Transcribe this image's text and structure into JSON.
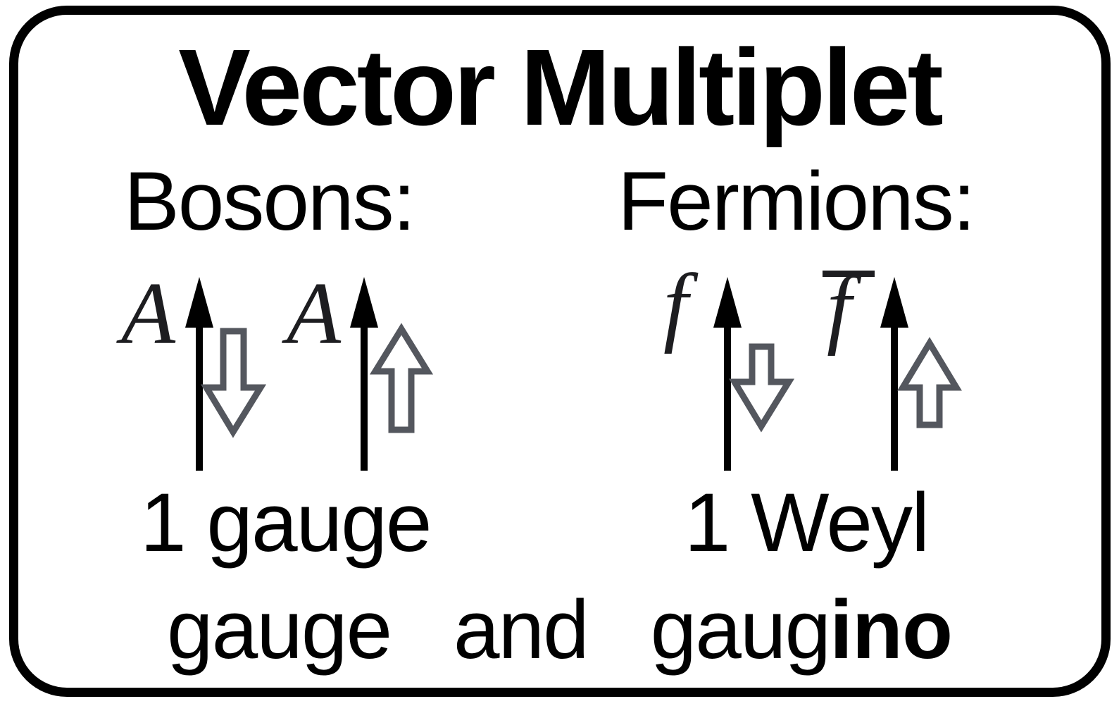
{
  "panel": {
    "title": "Vector Multiplet",
    "columns": [
      {
        "heading": "Bosons:",
        "count_label": "1 gauge",
        "states": [
          {
            "label": "A",
            "overbar": false,
            "spin": "down"
          },
          {
            "label": "A",
            "overbar": false,
            "spin": "up"
          }
        ]
      },
      {
        "heading": "Fermions:",
        "count_label": "1 Weyl",
        "states": [
          {
            "label": "f",
            "overbar": false,
            "spin": "down"
          },
          {
            "label": "f",
            "overbar": true,
            "spin": "up"
          }
        ]
      }
    ],
    "footer": {
      "word1": "gauge",
      "word2": "and",
      "word3_regular": "gaug",
      "word3_bold": "ino"
    },
    "colors": {
      "ink": "#000000",
      "math_ink": "#1d1d20",
      "arrow_gray": "#54575e",
      "background": "#ffffff"
    }
  }
}
